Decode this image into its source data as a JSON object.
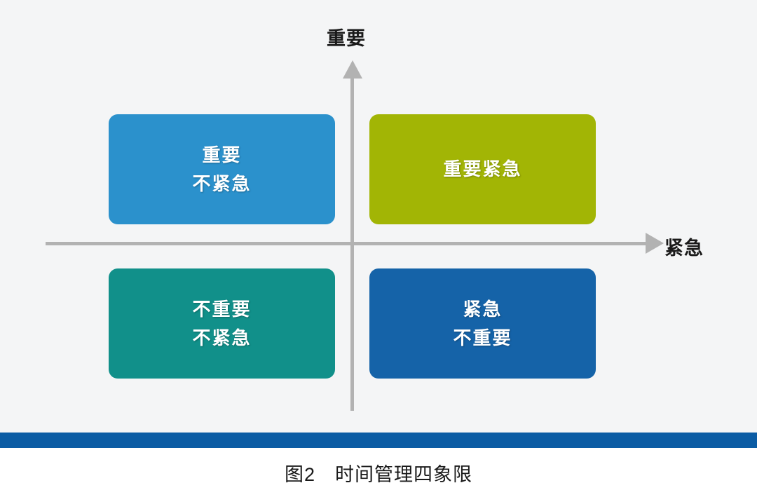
{
  "figure": {
    "caption": "图2　时间管理四象限",
    "background_color": "#f4f5f6",
    "divider_color": "#0b5ca4"
  },
  "axes": {
    "vertical_label": "重要",
    "horizontal_label": "紧急",
    "axis_color": "#b2b2b2",
    "vertical_arrow_icon": "arrow-up-icon",
    "horizontal_arrow_icon": "arrow-right-icon"
  },
  "quadrants": [
    {
      "id": "important-not-urgent",
      "lines": [
        "重要",
        "不紧急"
      ],
      "color": "#2b91cc",
      "shadow_color": "#1f6f9e",
      "position": "top-left"
    },
    {
      "id": "important-urgent",
      "lines": [
        "重要紧急"
      ],
      "color": "#a2b505",
      "shadow_color": "#7d8c04",
      "position": "top-right"
    },
    {
      "id": "not-important-not-urgent",
      "lines": [
        "不重要",
        "不紧急"
      ],
      "color": "#11908a",
      "shadow_color": "#0c6d69",
      "position": "bottom-left"
    },
    {
      "id": "urgent-not-important",
      "lines": [
        "紧急",
        "不重要"
      ],
      "color": "#1563a8",
      "shadow_color": "#104b80",
      "position": "bottom-right"
    }
  ]
}
